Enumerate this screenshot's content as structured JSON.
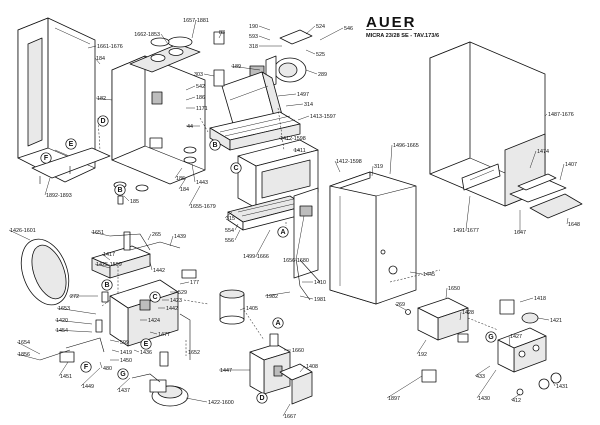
{
  "header": {
    "brand": "AUER",
    "subtitle": "MICRA 23/28 SE - TAV.173/6"
  },
  "callouts": [
    {
      "id": "c-1657",
      "text": "1657-1881"
    },
    {
      "id": "c-1662",
      "text": "1662-1853"
    },
    {
      "id": "c-1661",
      "text": "1661-1676"
    },
    {
      "id": "c-184a",
      "text": "184"
    },
    {
      "id": "c-182",
      "text": "182"
    },
    {
      "id": "c-542",
      "text": "542"
    },
    {
      "id": "c-186a",
      "text": "186"
    },
    {
      "id": "c-1171",
      "text": "1171"
    },
    {
      "id": "c-44",
      "text": "44"
    },
    {
      "id": "c-83",
      "text": "83"
    },
    {
      "id": "c-303",
      "text": "303"
    },
    {
      "id": "c-190",
      "text": "190"
    },
    {
      "id": "c-593",
      "text": "593"
    },
    {
      "id": "c-318",
      "text": "318"
    },
    {
      "id": "c-524",
      "text": "524"
    },
    {
      "id": "c-546",
      "text": "546"
    },
    {
      "id": "c-525",
      "text": "525"
    },
    {
      "id": "c-189",
      "text": "189"
    },
    {
      "id": "c-289",
      "text": "289"
    },
    {
      "id": "c-1497",
      "text": "1497"
    },
    {
      "id": "c-314",
      "text": "314"
    },
    {
      "id": "c-1413",
      "text": "1413-1597"
    },
    {
      "id": "c-1412a",
      "text": "1412-1598"
    },
    {
      "id": "c-1411",
      "text": "1411"
    },
    {
      "id": "c-1412b",
      "text": "1412-1598"
    },
    {
      "id": "c-1496",
      "text": "1496-1665"
    },
    {
      "id": "c-319",
      "text": "319"
    },
    {
      "id": "c-1487",
      "text": "1487-1676"
    },
    {
      "id": "c-1474",
      "text": "1474"
    },
    {
      "id": "c-1407",
      "text": "1407"
    },
    {
      "id": "c-1648",
      "text": "1648"
    },
    {
      "id": "c-1647",
      "text": "1647"
    },
    {
      "id": "c-1491",
      "text": "1491-1677"
    },
    {
      "id": "c-1892",
      "text": "1892-1893"
    },
    {
      "id": "c-185",
      "text": "185"
    },
    {
      "id": "c-186b",
      "text": "186"
    },
    {
      "id": "c-184b",
      "text": "184"
    },
    {
      "id": "c-1443",
      "text": "1443"
    },
    {
      "id": "c-1655",
      "text": "1655-1679"
    },
    {
      "id": "c-315",
      "text": "315"
    },
    {
      "id": "c-554",
      "text": "554"
    },
    {
      "id": "c-556",
      "text": "556"
    },
    {
      "id": "c-1499",
      "text": "1499-1666"
    },
    {
      "id": "c-1656",
      "text": "1656-1680"
    },
    {
      "id": "c-1410",
      "text": "1410"
    },
    {
      "id": "c-1982",
      "text": "1982"
    },
    {
      "id": "c-1981",
      "text": "1981"
    },
    {
      "id": "c-1445",
      "text": "1445"
    },
    {
      "id": "c-1426",
      "text": "1426-1601"
    },
    {
      "id": "c-1651",
      "text": "1651"
    },
    {
      "id": "c-265",
      "text": "265"
    },
    {
      "id": "c-1439",
      "text": "1439"
    },
    {
      "id": "c-1417",
      "text": "1417"
    },
    {
      "id": "c-1425",
      "text": "1425-1599"
    },
    {
      "id": "c-1442a",
      "text": "1442"
    },
    {
      "id": "c-177",
      "text": "177"
    },
    {
      "id": "c-529",
      "text": "529"
    },
    {
      "id": "c-1423",
      "text": "1423"
    },
    {
      "id": "c-1442b",
      "text": "1442"
    },
    {
      "id": "c-272",
      "text": "272"
    },
    {
      "id": "c-1653",
      "text": "1653"
    },
    {
      "id": "c-1420",
      "text": "1420"
    },
    {
      "id": "c-1454",
      "text": "1454"
    },
    {
      "id": "c-1424",
      "text": "1424"
    },
    {
      "id": "c-1477",
      "text": "1477"
    },
    {
      "id": "c-599",
      "text": "599"
    },
    {
      "id": "c-1419",
      "text": "1419"
    },
    {
      "id": "c-1654",
      "text": "1654"
    },
    {
      "id": "c-1856",
      "text": "1856"
    },
    {
      "id": "c-1436",
      "text": "1436"
    },
    {
      "id": "c-1450",
      "text": "1450"
    },
    {
      "id": "c-480",
      "text": "480"
    },
    {
      "id": "c-1451",
      "text": "1451"
    },
    {
      "id": "c-1449",
      "text": "1449"
    },
    {
      "id": "c-1437",
      "text": "1437"
    },
    {
      "id": "c-1652",
      "text": "1652"
    },
    {
      "id": "c-1422",
      "text": "1422-1600"
    },
    {
      "id": "c-1405",
      "text": "1405"
    },
    {
      "id": "c-1660",
      "text": "1660"
    },
    {
      "id": "c-1447",
      "text": "1447"
    },
    {
      "id": "c-1408",
      "text": "1408"
    },
    {
      "id": "c-1667",
      "text": "1667"
    },
    {
      "id": "c-1650",
      "text": "1650"
    },
    {
      "id": "c-269",
      "text": "269"
    },
    {
      "id": "c-1428",
      "text": "1428"
    },
    {
      "id": "c-192",
      "text": "192"
    },
    {
      "id": "c-1418",
      "text": "1418"
    },
    {
      "id": "c-1421",
      "text": "1421"
    },
    {
      "id": "c-1427",
      "text": "1427"
    },
    {
      "id": "c-433",
      "text": "433"
    },
    {
      "id": "c-1897",
      "text": "1897"
    },
    {
      "id": "c-1430",
      "text": "1430"
    },
    {
      "id": "c-412",
      "text": "412"
    },
    {
      "id": "c-1431",
      "text": "1431"
    }
  ],
  "ref_markers": [
    {
      "id": "m-D1",
      "text": "D"
    },
    {
      "id": "m-E1",
      "text": "E"
    },
    {
      "id": "m-F1",
      "text": "F"
    },
    {
      "id": "m-B1",
      "text": "B"
    },
    {
      "id": "m-B2",
      "text": "B"
    },
    {
      "id": "m-C1",
      "text": "C"
    },
    {
      "id": "m-A1",
      "text": "A"
    },
    {
      "id": "m-B3",
      "text": "B"
    },
    {
      "id": "m-C2",
      "text": "C"
    },
    {
      "id": "m-E2",
      "text": "E"
    },
    {
      "id": "m-F2",
      "text": "F"
    },
    {
      "id": "m-G1",
      "text": "G"
    },
    {
      "id": "m-A2",
      "text": "A"
    },
    {
      "id": "m-D2",
      "text": "D"
    },
    {
      "id": "m-G2",
      "text": "G"
    }
  ]
}
